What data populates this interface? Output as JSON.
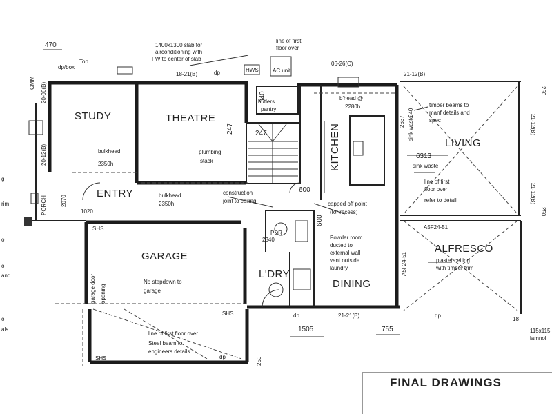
{
  "rooms": {
    "study": "STUDY",
    "theatre": "THEATRE",
    "entry": "ENTRY",
    "garage": "GARAGE",
    "kitchen": "KITCHEN",
    "living": "LIVING",
    "alfresco": "ALFRESCO",
    "ldry": "L'DRY",
    "dining": "DINING",
    "porch": "PORCH",
    "pdr": "PDR"
  },
  "notes": {
    "slab_1": "1400x1300 slab for",
    "slab_2": "airconditioning with",
    "slab_3": "FW to center of slab",
    "first_floor_over_1": "line of first",
    "first_floor_over_2": "floor over",
    "bulkhead_study": "bulkhead",
    "bulkhead_study_h": "2350h",
    "bulkhead_entry": "bulkhead",
    "bulkhead_entry_h": "2350h",
    "plumbing_1": "plumbing",
    "plumbing_2": "stack",
    "construction_1": "construction",
    "construction_2": "joint to ceiling",
    "capped_1": "capped off point",
    "capped_2": "(for recess)",
    "powder_1": "Powder room",
    "powder_2": "ducted to",
    "powder_3": "external wall",
    "powder_4": "vent outside",
    "powder_5": "laundry",
    "timber_1": "timber beams to",
    "timber_2": "manf details and",
    "timber_3": "spec",
    "sink_waste_1": "sink waste",
    "sink_waste_2": "sink waste",
    "line_first_1": "line of first",
    "line_first_2": "floor over",
    "line_first_3": "refer to detail",
    "plaster_1": "plaster ceiling",
    "plaster_2": "with timber trim",
    "no_stepdown_1": "No stepdown to",
    "no_stepdown_2": "garage",
    "line_first_garage": "line of first floor over",
    "steel_1": "Steel beam to",
    "steel_2": "engineers details",
    "bhead": "b'head @",
    "bhead_h": "2280h",
    "butlers": "butlers",
    "pantry": "pantry",
    "garage_door": "garage door",
    "opening": "opening",
    "lamnol": "lamnol",
    "hws": "HWS",
    "ac_unit": "AC unit"
  },
  "dims": {
    "d470": "470",
    "d18_21": "18-21(B)",
    "d21_12_top": "21-12(B)",
    "d06_26": "06-26(C)",
    "d20_06": "20-06(B)",
    "d20_12": "20-12(B)",
    "d21_12_right": "21-12(B)",
    "d21_12_right2": "21-12(B)",
    "d2637": "2637",
    "d6313": "6313",
    "d340": "340",
    "d247a": "247",
    "d247b": "247",
    "d600a": "600",
    "d600b": "600",
    "d1020": "1020",
    "d1505": "1505",
    "d755": "755",
    "d21_21": "21-21(B)",
    "d250a": "250",
    "d250b": "250",
    "d250c": "250",
    "d240": "240",
    "dASF": "A5F24-51",
    "dASF2": "A5F24-51",
    "d115": "115x115",
    "d2340": "2340",
    "dCMM": "CMM",
    "d18": "18",
    "d2070": "2070",
    "shs1": "SHS",
    "shs2": "SHS",
    "shs3": "SHS",
    "dp1": "dp",
    "dp2": "dp",
    "dp3": "dp",
    "dp4": "dp",
    "top": "Top",
    "box": "dp/box"
  },
  "left_edge": {
    "e1": "g",
    "e2": "rim",
    "e3": "o",
    "e4": "o",
    "e5": "and",
    "e6": "o",
    "e7": "als"
  },
  "title_block": "FINAL DRAWINGS"
}
